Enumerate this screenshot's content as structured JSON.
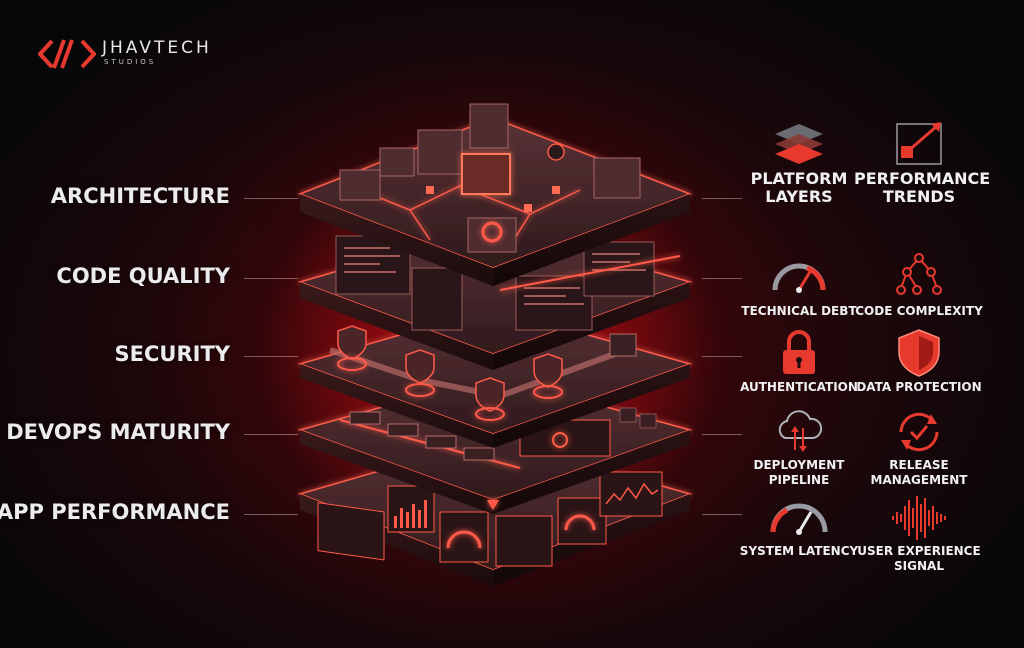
{
  "brand": {
    "name": "JHAVTECH",
    "sub": "STUDIOS"
  },
  "colors": {
    "accent": "#e8392f",
    "glow": "#ff4a3a",
    "panel": "#4a2a2e",
    "text": "#ececef"
  },
  "layers": [
    {
      "label": "ARCHITECTURE"
    },
    {
      "label": "CODE QUALITY"
    },
    {
      "label": "SECURITY"
    },
    {
      "label": "DEVOPS MATURITY"
    },
    {
      "label": "APP PERFORMANCE"
    }
  ],
  "metrics": [
    {
      "label": "PLATFORM\nLAYERS",
      "icon": "stacked-layers-icon"
    },
    {
      "label": "PERFORMANCE\nTRENDS",
      "icon": "trend-chart-icon"
    },
    {
      "label": "TECHNICAL DEBT",
      "icon": "gauge-icon"
    },
    {
      "label": "CODE COMPLEXITY",
      "icon": "node-tree-icon"
    },
    {
      "label": "AUTHENTICATION",
      "icon": "padlock-icon"
    },
    {
      "label": "DATA PROTECTION",
      "icon": "shield-icon"
    },
    {
      "label": "DEPLOYMENT\nPIPELINE",
      "icon": "cloud-deploy-icon"
    },
    {
      "label": "RELEASE\nMANAGEMENT",
      "icon": "release-cycle-icon"
    },
    {
      "label": "SYSTEM LATENCY",
      "icon": "speedometer-icon"
    },
    {
      "label": "USER EXPERIENCE\nSIGNAL",
      "icon": "waveform-icon"
    }
  ]
}
